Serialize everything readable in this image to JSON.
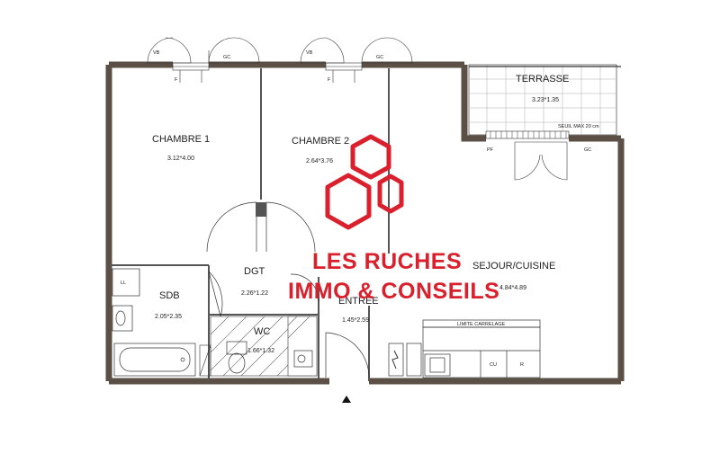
{
  "rooms": {
    "chambre1": {
      "name": "CHAMBRE 1",
      "dim": "3.12*4.00"
    },
    "chambre2": {
      "name": "CHAMBRE 2",
      "dim": "2.64*3.76"
    },
    "terrasse": {
      "name": "TERRASSE",
      "dim": "3.23*1.35",
      "note": "SEUIL MAX 20 cm"
    },
    "sejour": {
      "name": "SEJOUR/CUISINE",
      "dim": "4.84*4.89"
    },
    "sdb": {
      "name": "SDB",
      "dim": "2.05*2.35"
    },
    "dgt": {
      "name": "DGT",
      "dim": "2.26*1.22"
    },
    "wc": {
      "name": "WC",
      "dim": "1.66*1.32"
    },
    "entree": {
      "name": "ENTREE",
      "dim": "1.45*2.59"
    }
  },
  "fixtures": {
    "ll": "LL",
    "cu": "CU",
    "r": "R",
    "limite": "LIMITE CARRELAGE",
    "vb": "VB",
    "gc": "GC",
    "f": "F",
    "pf": "PF"
  },
  "logo": {
    "line1": "LES RUCHES",
    "line2": "IMMO & CONSEILS",
    "color": "#d9202c"
  },
  "colors": {
    "wall": "#5b4f46",
    "logo": "#d9202c"
  }
}
